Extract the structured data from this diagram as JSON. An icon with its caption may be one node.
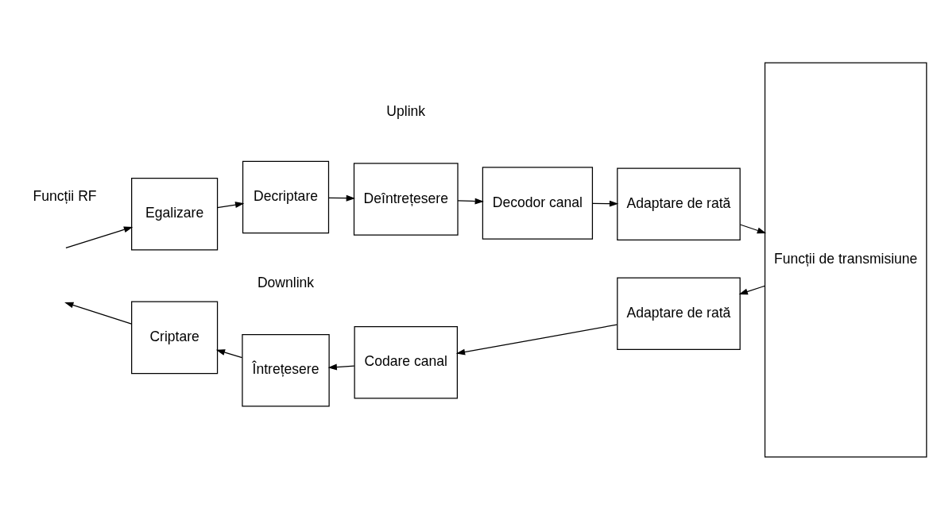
{
  "diagram": {
    "nodes": [
      {
        "text": [
          "Funcții de transmisiune"
        ]
      },
      {
        "text": [
          "Adaptare de rată"
        ]
      },
      {
        "text": [
          "Codare canal"
        ]
      },
      {
        "text": [
          "Întrețesere"
        ]
      },
      {
        "text": [
          "Criptare"
        ]
      },
      {
        "text": [
          "Egalizare"
        ]
      },
      {
        "text": [
          "Decriptare"
        ]
      },
      {
        "text": [
          "Deîntrețesere"
        ]
      },
      {
        "text": [
          "Decodor canal"
        ]
      },
      {
        "text": [
          "Adaptare de rată"
        ]
      }
    ],
    "edges": [
      {
        "from": 0,
        "to": 1,
        "arrow": "to"
      },
      {
        "from": 1,
        "to": 2,
        "arrow": "to"
      },
      {
        "from": 2,
        "to": 3,
        "arrow": "to"
      },
      {
        "from": 3,
        "to": 4,
        "arrow": "to"
      },
      {
        "from": 4,
        "to": null,
        "arrow": "to"
      },
      {
        "from": null,
        "to": 5,
        "arrow": "to"
      },
      {
        "from": 5,
        "to": 6,
        "arrow": "to"
      },
      {
        "from": 6,
        "to": 7,
        "arrow": "to"
      },
      {
        "from": 7,
        "to": 8,
        "arrow": "to"
      },
      {
        "from": 8,
        "to": 9,
        "arrow": "to"
      },
      {
        "from": 9,
        "to": 0,
        "arrow": "to"
      }
    ],
    "labels": [
      "Downlink",
      "Funcții RF",
      "Uplink"
    ]
  }
}
